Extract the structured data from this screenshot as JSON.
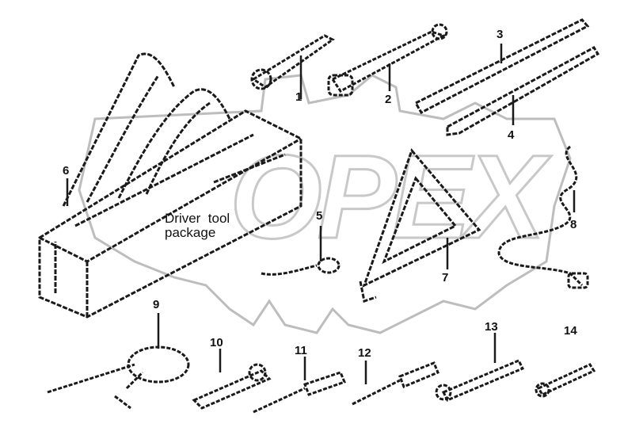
{
  "diagram": {
    "watermark_text": "OPEX",
    "caption": {
      "line1": "Driver  tool",
      "line2": "package"
    },
    "callouts": [
      {
        "id": "1",
        "label": "1"
      },
      {
        "id": "2",
        "label": "2"
      },
      {
        "id": "3",
        "label": "3"
      },
      {
        "id": "4",
        "label": "4"
      },
      {
        "id": "5",
        "label": "5"
      },
      {
        "id": "6",
        "label": "6"
      },
      {
        "id": "7",
        "label": "7"
      },
      {
        "id": "8",
        "label": "8"
      },
      {
        "id": "9",
        "label": "9"
      },
      {
        "id": "10",
        "label": "10"
      },
      {
        "id": "11",
        "label": "11"
      },
      {
        "id": "12",
        "label": "12"
      },
      {
        "id": "13",
        "label": "13"
      },
      {
        "id": "14",
        "label": "14"
      }
    ],
    "colors": {
      "line": "#1a1a1a",
      "watermark": "#c8c8c8",
      "background": "#ffffff"
    }
  }
}
